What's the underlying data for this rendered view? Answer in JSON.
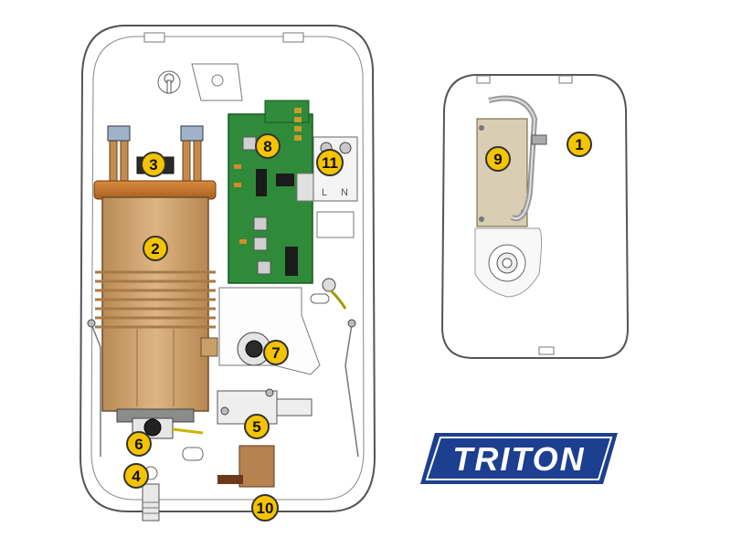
{
  "callouts": [
    {
      "number": "1"
    },
    {
      "number": "2"
    },
    {
      "number": "3"
    },
    {
      "number": "4"
    },
    {
      "number": "5"
    },
    {
      "number": "6"
    },
    {
      "number": "7"
    },
    {
      "number": "8"
    },
    {
      "number": "9"
    },
    {
      "number": "10"
    },
    {
      "number": "11"
    }
  ],
  "terminal_letters": {
    "left": "L",
    "right": "N"
  },
  "logo": {
    "text": "TRITON"
  },
  "colors": {
    "logo_blue": "#1c3f8f",
    "callout_fill": "#f5c400",
    "heater_copper": "#c9a06a",
    "pcb_green": "#2f8a3a",
    "outline": "#444444"
  }
}
